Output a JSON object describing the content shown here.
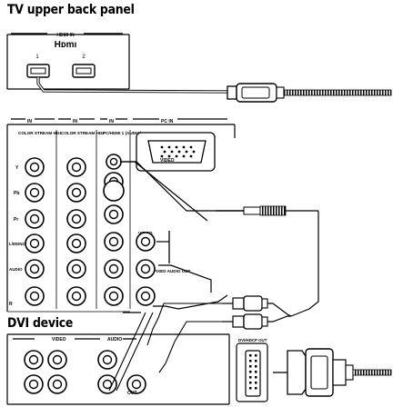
{
  "labels": {
    "tv_panel_title": "TV upper back panel",
    "dvi_device_title": "DVI device",
    "hdmi_in": "HDMI IN",
    "hdmi_logo": "Hᴅmı",
    "hdmi_port_1": "1",
    "hdmi_port_2": "2",
    "in_1": "IN",
    "in_2": "IN",
    "in_3": "IN",
    "pc_in": "PC IN",
    "color_stream_hd1": "COLOR STREAM HD1",
    "color_stream_hd2": "COLOR STREAM HD2",
    "pc_hdmi_audio": "PC/HDMI 1 (AUDIO)",
    "y": "Y",
    "pb": "Pb",
    "pr": "Pr",
    "l_mono": "L/MONO",
    "audio": "AUDIO",
    "r": "R",
    "video_1": "VIDEO",
    "video_2": "VIDEO",
    "fixed_audio_out": "FIXED AUDIO OUT",
    "video_dev": "VIDEO",
    "audio_dev": "AUDIO",
    "out_dev": "OUT",
    "dvi_hdcp_out": "DVI/HDCP OUT",
    "l": "L"
  }
}
